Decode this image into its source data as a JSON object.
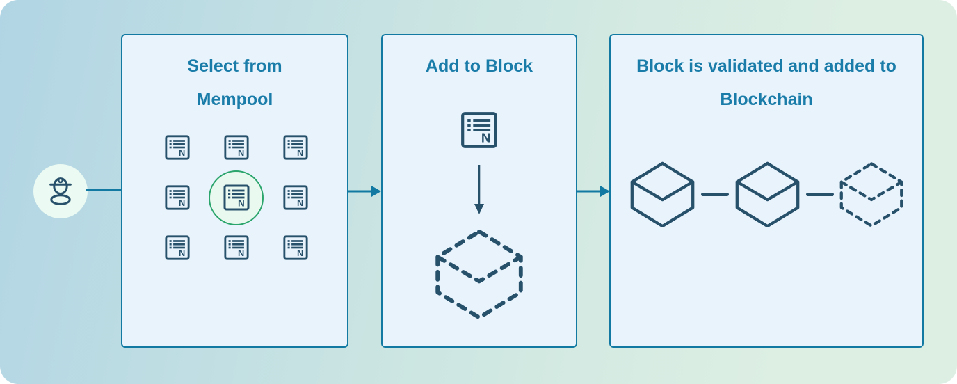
{
  "diagram": {
    "actor": {
      "icon": "miner-icon"
    },
    "panels": [
      {
        "title": "Select from Mempool"
      },
      {
        "title": "Add to Block"
      },
      {
        "title": "Block is validated and added to Blockchain"
      }
    ],
    "transaction_icon": {
      "letter": "N"
    },
    "mempool_grid": {
      "rows": 3,
      "cols": 3,
      "selected_position": "center"
    },
    "blockchain_row": {
      "solid_blocks": 2,
      "dashed_blocks": 1
    }
  },
  "colors": {
    "accent": "#1179A2",
    "title": "#1A7CA8",
    "icon_dark": "#27506B",
    "selected_green": "#2BA56B",
    "selected_bg": "#E9F9EF",
    "panel_bg": "#E8F3FC",
    "panel_border": "#1179A2",
    "avatar_bg": "#EBFAF2",
    "gradient_start": "#B1D5E4",
    "gradient_mid": "#CDE6E2",
    "gradient_end": "#DDEFE3"
  }
}
